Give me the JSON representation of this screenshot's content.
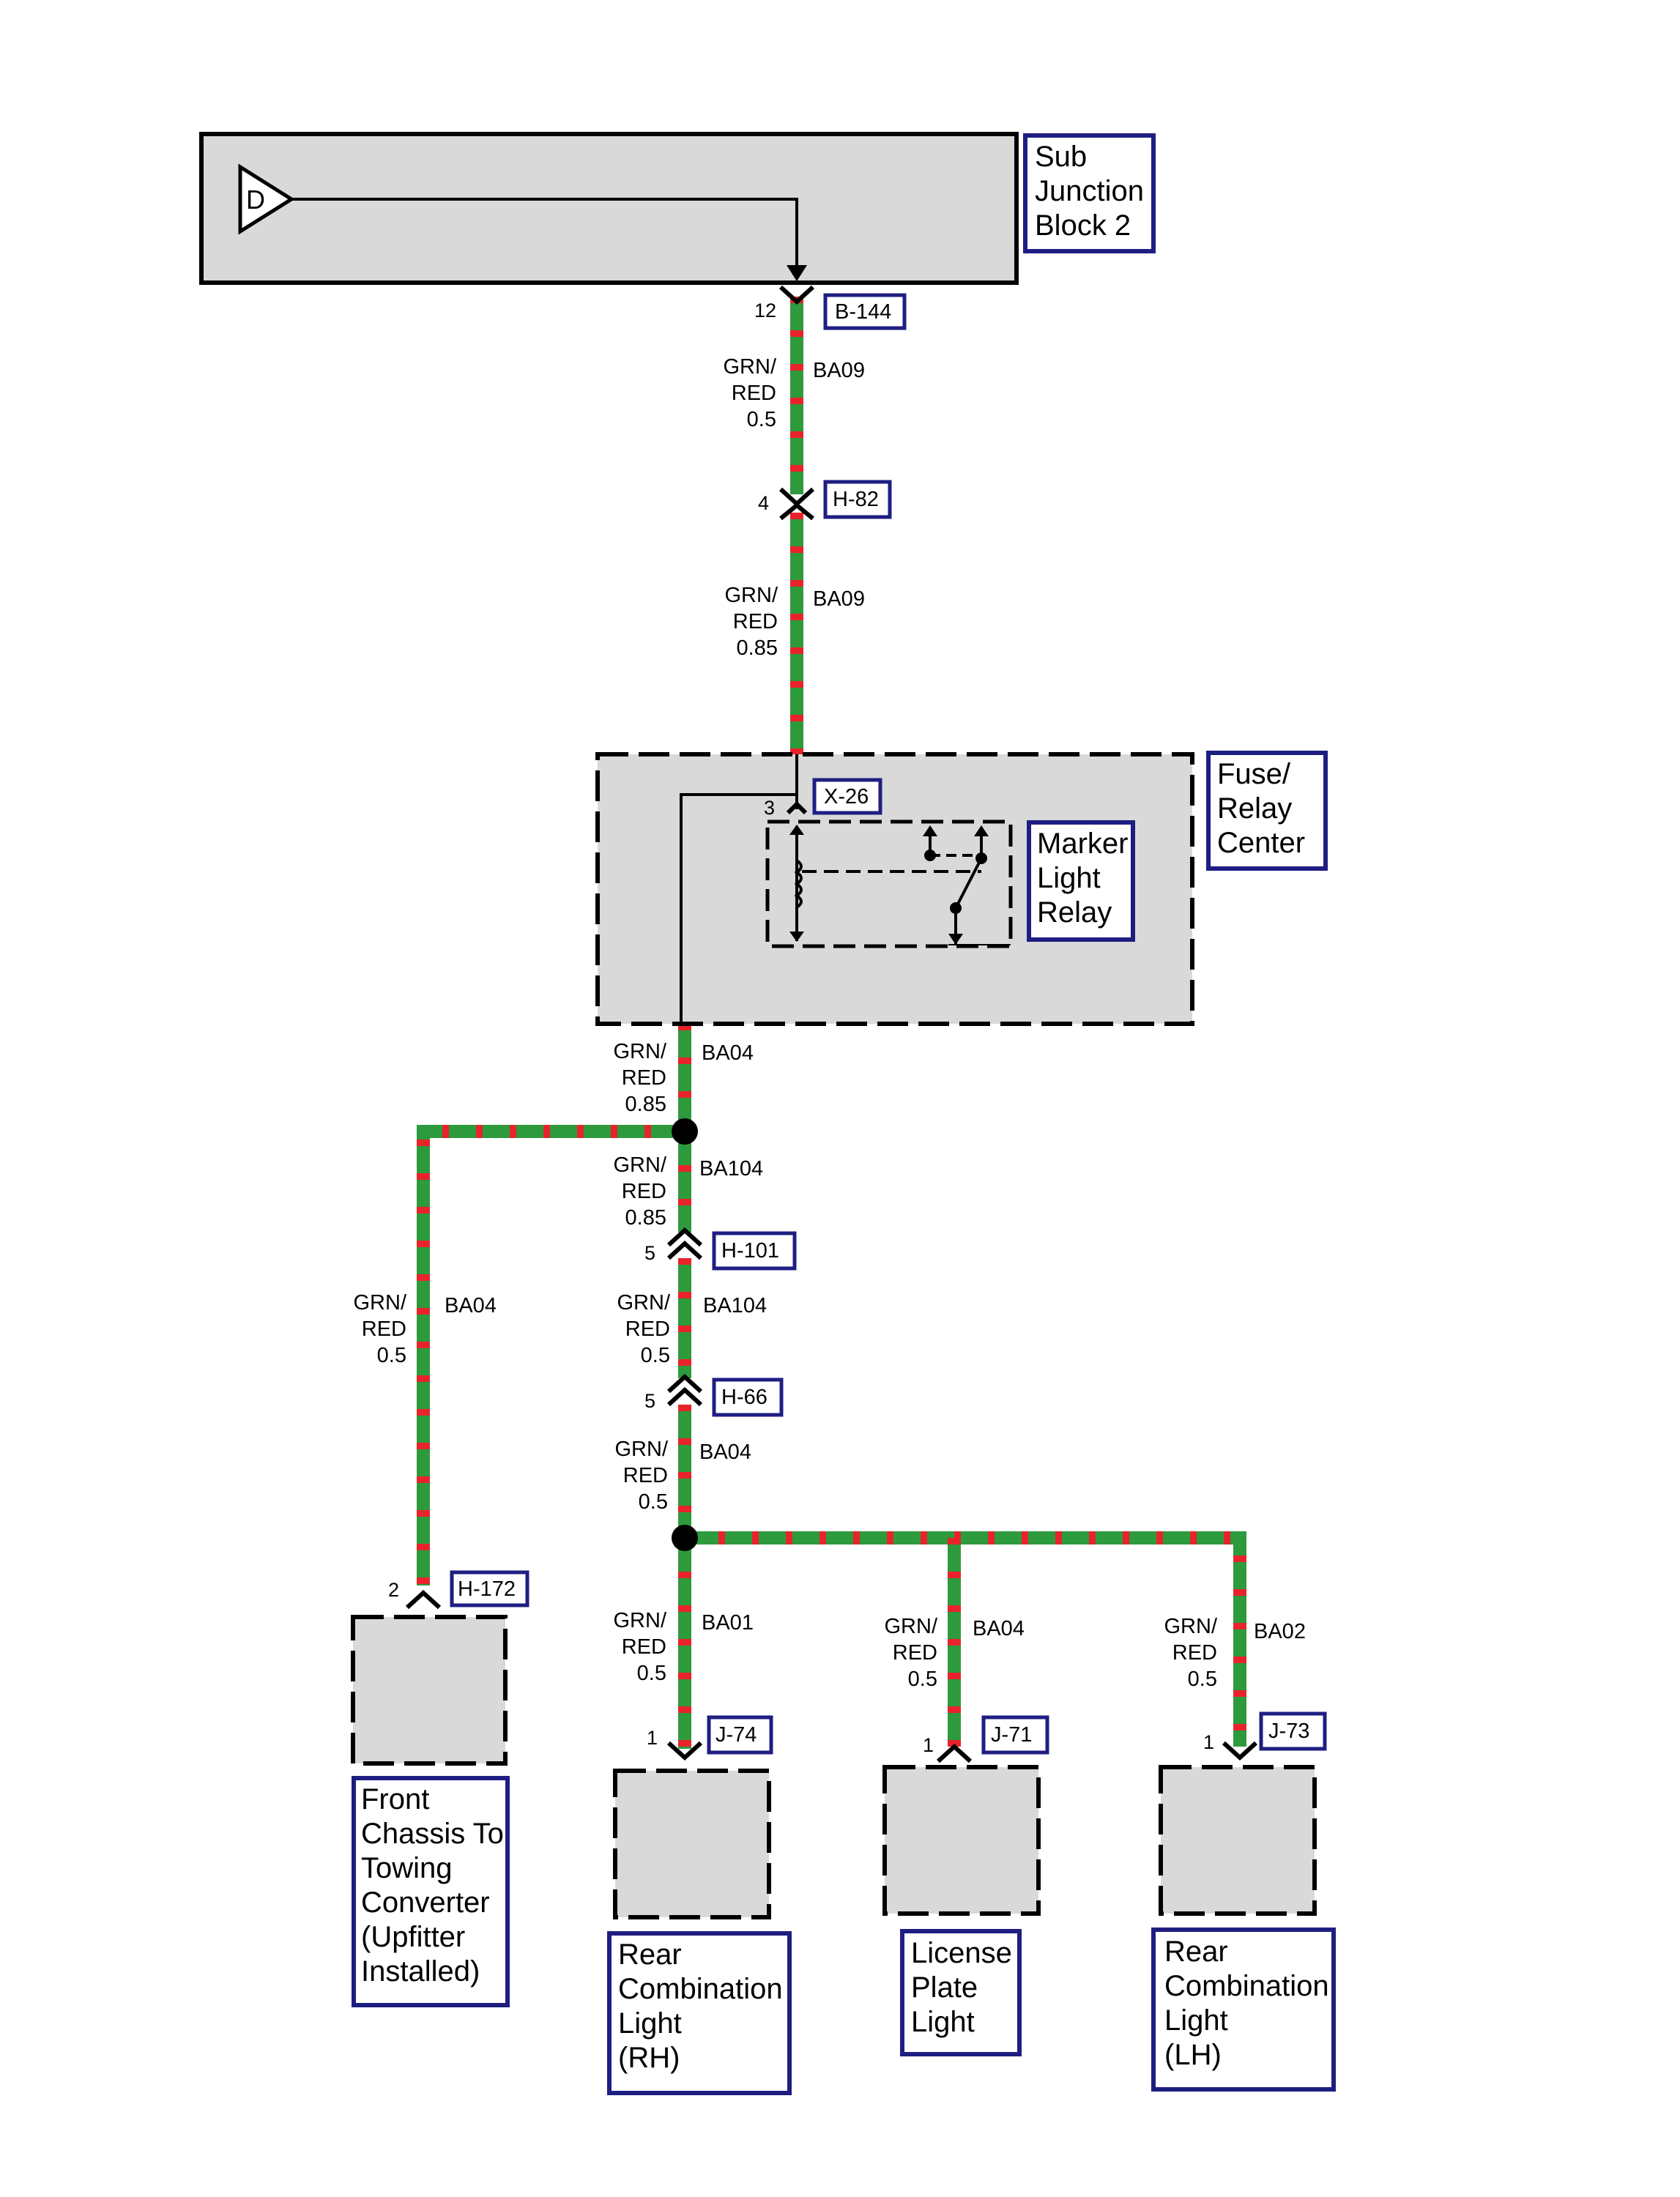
{
  "components": {
    "sub_junction_block": {
      "lines": [
        "Sub",
        "Junction",
        "Block 2"
      ]
    },
    "fuse_relay_center": {
      "lines": [
        "Fuse/",
        "Relay",
        "Center"
      ]
    },
    "marker_light_relay": {
      "lines": [
        "Marker",
        "Light",
        "Relay"
      ]
    },
    "front_chassis_converter": {
      "lines": [
        "Front",
        "Chassis To",
        "Towing",
        "Converter",
        "(Upfitter",
        "Installed)"
      ]
    },
    "rear_combination_light_rh": {
      "lines": [
        "Rear",
        "Combination",
        "Light",
        "(RH)"
      ]
    },
    "license_plate_light": {
      "lines": [
        "License",
        "Plate",
        "Light"
      ]
    },
    "rear_combination_light_lh": {
      "lines": [
        "Rear",
        "Combination",
        "Light",
        "(LH)"
      ]
    }
  },
  "source_symbol": "D",
  "connectors": {
    "b144": {
      "id": "B-144",
      "pin": "12"
    },
    "h82": {
      "id": "H-82",
      "pin": "4"
    },
    "x26": {
      "id": "X-26",
      "pin": "3"
    },
    "h101": {
      "id": "H-101",
      "pin": "5"
    },
    "h66": {
      "id": "H-66",
      "pin": "5"
    },
    "h172": {
      "id": "H-172",
      "pin": "2"
    },
    "j74": {
      "id": "J-74",
      "pin": "1"
    },
    "j71": {
      "id": "J-71",
      "pin": "1"
    },
    "j73": {
      "id": "J-73",
      "pin": "1"
    }
  },
  "wires": {
    "w1": {
      "color": [
        "GRN/",
        "RED"
      ],
      "gauge": "0.5",
      "circuit": "BA09"
    },
    "w2": {
      "color": [
        "GRN/",
        "RED"
      ],
      "gauge": "0.85",
      "circuit": "BA09"
    },
    "w3": {
      "color": [
        "GRN/",
        "RED"
      ],
      "gauge": "0.85",
      "circuit": "BA04"
    },
    "w4": {
      "color": [
        "GRN/",
        "RED"
      ],
      "gauge": "0.85",
      "circuit": "BA104"
    },
    "w5": {
      "color": [
        "GRN/",
        "RED"
      ],
      "gauge": "0.5",
      "circuit": "BA104"
    },
    "w6": {
      "color": [
        "GRN/",
        "RED"
      ],
      "gauge": "0.5",
      "circuit": "BA04"
    },
    "w7": {
      "color": [
        "GRN/",
        "RED"
      ],
      "gauge": "0.5",
      "circuit": "BA04"
    },
    "w8": {
      "color": [
        "GRN/",
        "RED"
      ],
      "gauge": "0.5",
      "circuit": "BA01"
    },
    "w9": {
      "color": [
        "GRN/",
        "RED"
      ],
      "gauge": "0.5",
      "circuit": "BA04"
    },
    "w10": {
      "color": [
        "GRN/",
        "RED"
      ],
      "gauge": "0.5",
      "circuit": "BA02"
    }
  },
  "colors": {
    "wire_base": "#2e9a3e",
    "wire_stripe": "#e8232a",
    "label_border": "#1e1e82",
    "component_fill": "#d9d9d9"
  }
}
